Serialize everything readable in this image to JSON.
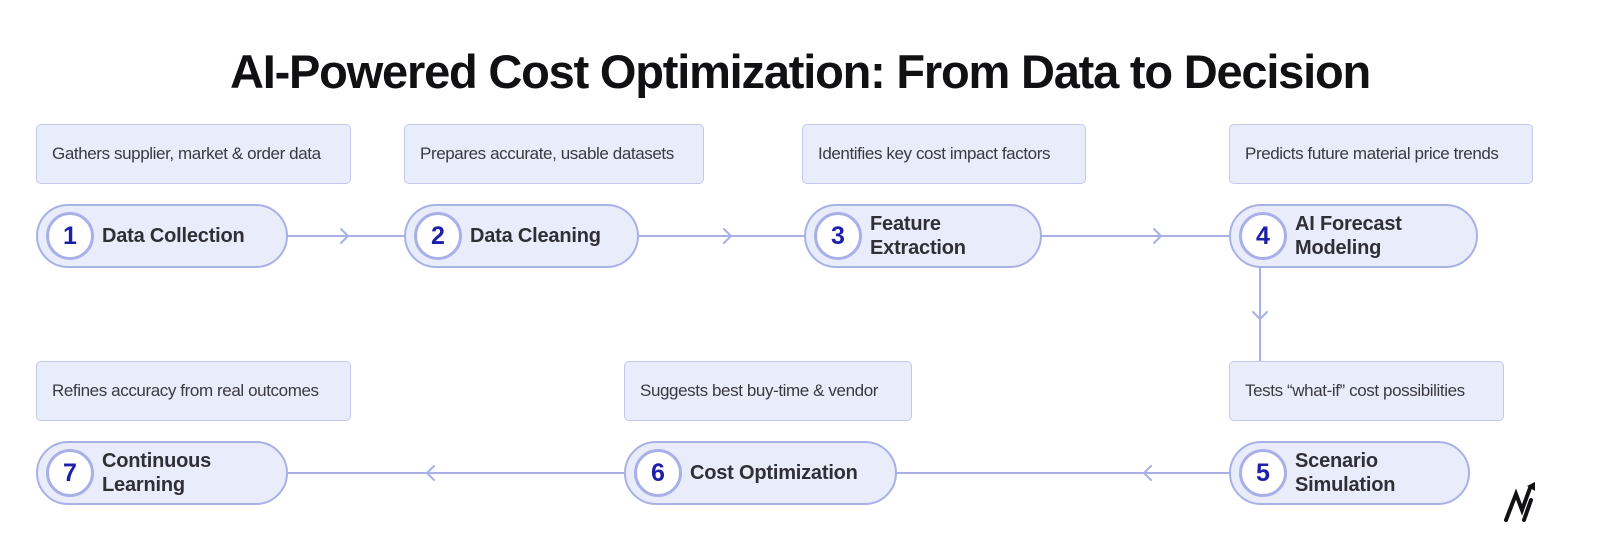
{
  "title": "AI-Powered Cost Optimization: From Data to Decision",
  "steps": [
    {
      "number": "1",
      "label": [
        "Data Collection"
      ],
      "description": "Gathers supplier, market & order data"
    },
    {
      "number": "2",
      "label": [
        "Data Cleaning"
      ],
      "description": "Prepares accurate, usable datasets"
    },
    {
      "number": "3",
      "label": [
        "Feature",
        "Extraction"
      ],
      "description": "Identifies key cost impact factors"
    },
    {
      "number": "4",
      "label": [
        "AI Forecast",
        "Modeling"
      ],
      "description": "Predicts future material price trends"
    },
    {
      "number": "5",
      "label": [
        "Scenario",
        "Simulation"
      ],
      "description": "Tests “what-if” cost possibilities"
    },
    {
      "number": "6",
      "label": [
        "Cost Optimization"
      ],
      "description": "Suggests best buy-time & vendor"
    },
    {
      "number": "7",
      "label": [
        "Continuous",
        "Learning"
      ],
      "description": "Refines accuracy from real outcomes"
    }
  ],
  "colors": {
    "pill_fill": "#e9ecfb",
    "pill_border": "#a9b0e8",
    "number": "#1d1fa8",
    "connector": "#a9b0e8"
  },
  "logo_icon": "brand-mark-icon"
}
